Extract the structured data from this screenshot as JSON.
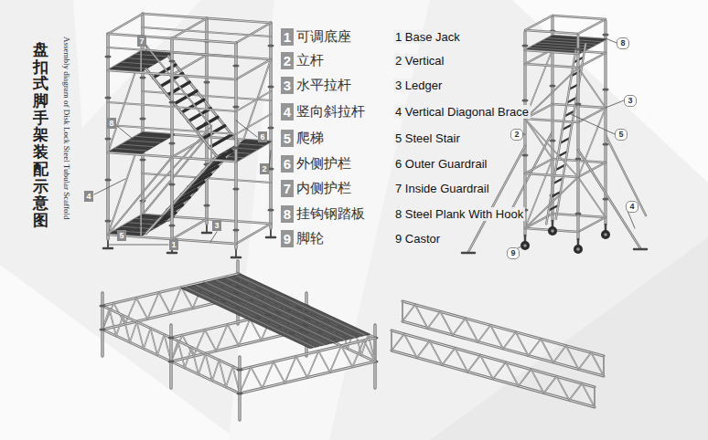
{
  "diagram": {
    "title": "盘扣式脚手架装配示意图",
    "nodes": [
      {
        "text": [
          "7"
        ]
      },
      {
        "text": [
          "8"
        ]
      },
      {
        "text": [
          "6"
        ]
      },
      {
        "text": [
          "2"
        ]
      },
      {
        "text": [
          "4"
        ]
      },
      {
        "text": [
          "5"
        ]
      },
      {
        "text": [
          "1"
        ]
      },
      {
        "text": [
          "3"
        ]
      },
      {
        "text": [
          "1"
        ]
      },
      {
        "text": [
          "2"
        ]
      },
      {
        "text": [
          "3"
        ]
      },
      {
        "text": [
          "4"
        ]
      },
      {
        "text": [
          "5"
        ]
      },
      {
        "text": [
          "6"
        ]
      },
      {
        "text": [
          "7"
        ]
      },
      {
        "text": [
          "8"
        ]
      },
      {
        "text": [
          "9"
        ]
      },
      {
        "text": [
          "8"
        ]
      },
      {
        "text": [
          "3"
        ]
      },
      {
        "text": [
          "2"
        ]
      },
      {
        "text": [
          "5"
        ]
      },
      {
        "text": [
          "4"
        ]
      },
      {
        "text": [
          "9"
        ]
      }
    ],
    "labels": [
      "Assembly diagram of Disk Lock Steel Tubular Scaffold",
      "可调底座",
      "立杆",
      "水平拉杆",
      "竖向斜拉杆",
      "爬梯",
      "外侧护栏",
      "内侧护栏",
      "挂钩钢踏板",
      "脚轮",
      "1 Base Jack",
      "2 Vertical",
      "3 Ledger",
      "4 Vertical Diagonal Brace",
      "5 Steel Stair",
      "6 Outer Guardrail",
      "7 Inside Guardrail",
      "8 Steel Plank With Hook",
      "9 Castor"
    ]
  }
}
